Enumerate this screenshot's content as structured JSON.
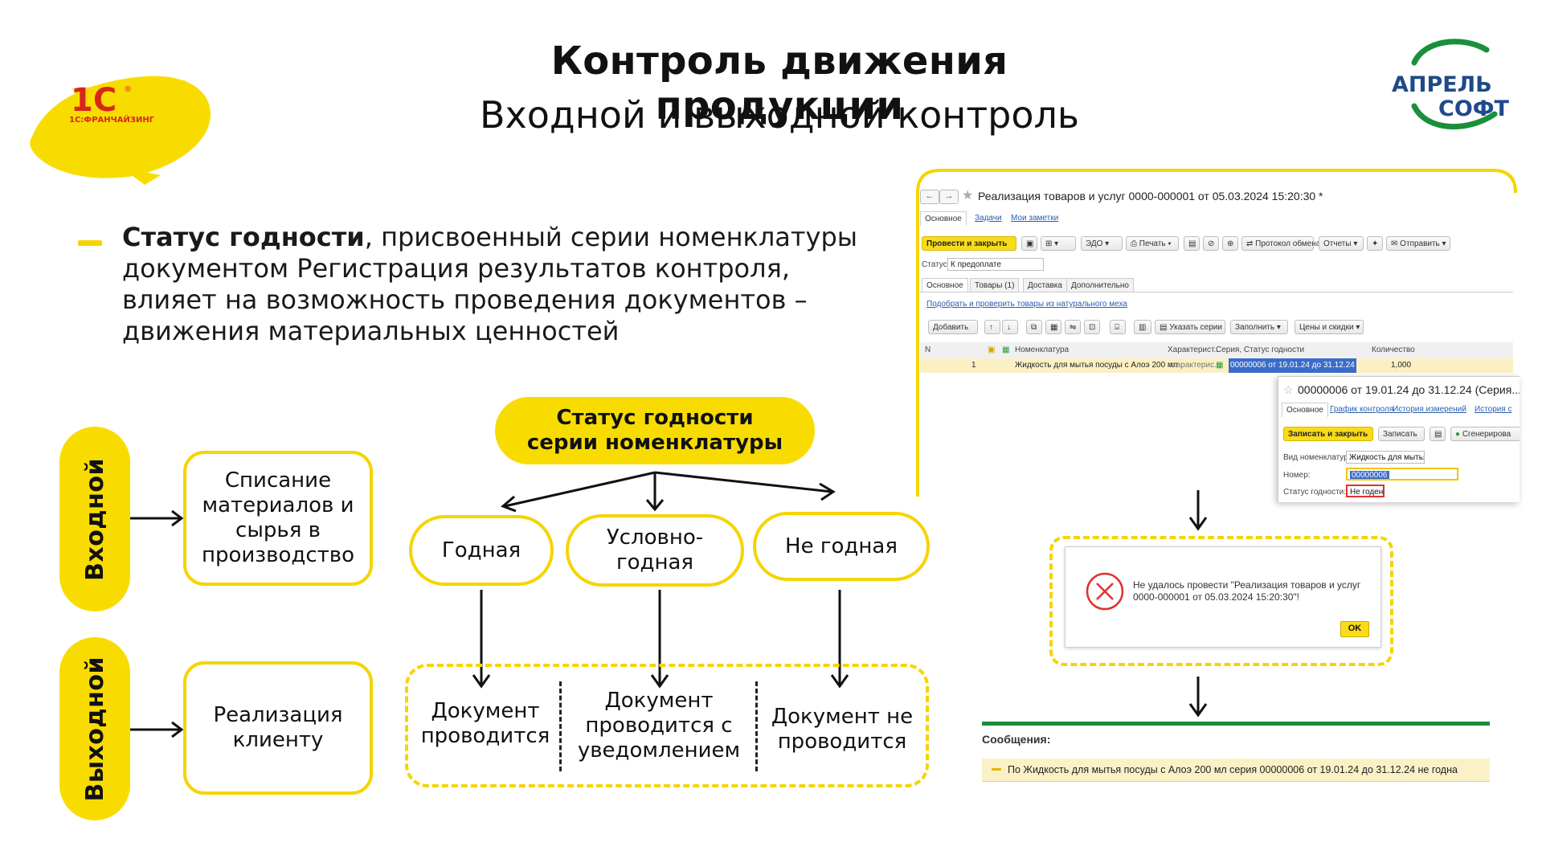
{
  "logos": {
    "onec": "1С:ФРАНЧАЙЗИНГ",
    "april_line1": "АПРЕЛЬ",
    "april_line2": "СОФТ"
  },
  "header": {
    "title": "Контроль движения продукции",
    "subtitle": "Входной и выходной контроль"
  },
  "bullet": {
    "bold": "Статус годности",
    "rest": ", присвоенный серии номенклатуры документом Регистрация результатов контроля, влияет на возможность проведения документов – движения материальных ценностей"
  },
  "diagram": {
    "input_label": "Входной",
    "output_label": "Выходной",
    "input_action": "Списание материалов и сырья в производство",
    "output_action": "Реализация клиенту",
    "status_header": "Статус годности серии номенклатуры",
    "statuses": [
      "Годная",
      "Условно-годная",
      "Не годная"
    ],
    "results": [
      "Документ проводится",
      "Документ проводится с уведомлением",
      "Документ не проводится"
    ]
  },
  "screenshot": {
    "window_title": "Реализация товаров и услуг 0000-000001 от 05.03.2024 15:20:30 *",
    "top_links": [
      "Основное",
      "Задачи",
      "Мои заметки"
    ],
    "toolbar": {
      "post_close": "Провести и закрыть",
      "edo": "ЭДО",
      "print": "Печать",
      "protocol": "Протокол обмена",
      "reports": "Отчеты",
      "send": "Отправить"
    },
    "status_label": "Статус:",
    "status_value": "К предоплате",
    "tabs": [
      "Основное",
      "Товары (1)",
      "Доставка",
      "Дополнительно"
    ],
    "pick_link": "Подобрать и проверить товары из натурального меха",
    "grid_toolbar": {
      "add": "Добавить",
      "series": "Указать серии",
      "fill": "Заполнить",
      "prices": "Цены и скидки"
    },
    "columns": [
      "N",
      "Номенклатура",
      "Характерист...",
      "Серия, Статус годности",
      "Количество"
    ],
    "row": {
      "n": "1",
      "item": "Жидкость для мытья посуды с Алоэ 200 мл",
      "char": "<характерис...",
      "series": "00000006 от 19.01.24 до 31.12.24",
      "qty": "1,000"
    },
    "popup": {
      "title": "00000006 от 19.01.24 до 31.12.24 (Серия...",
      "tabs": [
        "Основное",
        "График контроля",
        "История измерений",
        "История с"
      ],
      "save_close": "Записать и закрыть",
      "save": "Записать",
      "generate": "Сгенерирова",
      "kind_label": "Вид номенклатуры:",
      "kind_value": "Жидкость для мытья посу",
      "num_label": "Номер:",
      "num_value": "00000006",
      "status_label": "Статус годности:",
      "status_value": "Не годен"
    }
  },
  "error_dialog": {
    "message": "Не удалось провести \"Реализация товаров и услуг 0000-000001 от 05.03.2024 15:20:30\"!",
    "ok": "OK"
  },
  "messages": {
    "title": "Сообщения:",
    "text": "По Жидкость для мытья посуды с Алоэ 200 мл серия 00000006 от 19.01.24 до 31.12.24 не годна"
  },
  "colors": {
    "yellow": "#f8dc00",
    "green": "#1b8f3a",
    "red": "#e03030"
  }
}
